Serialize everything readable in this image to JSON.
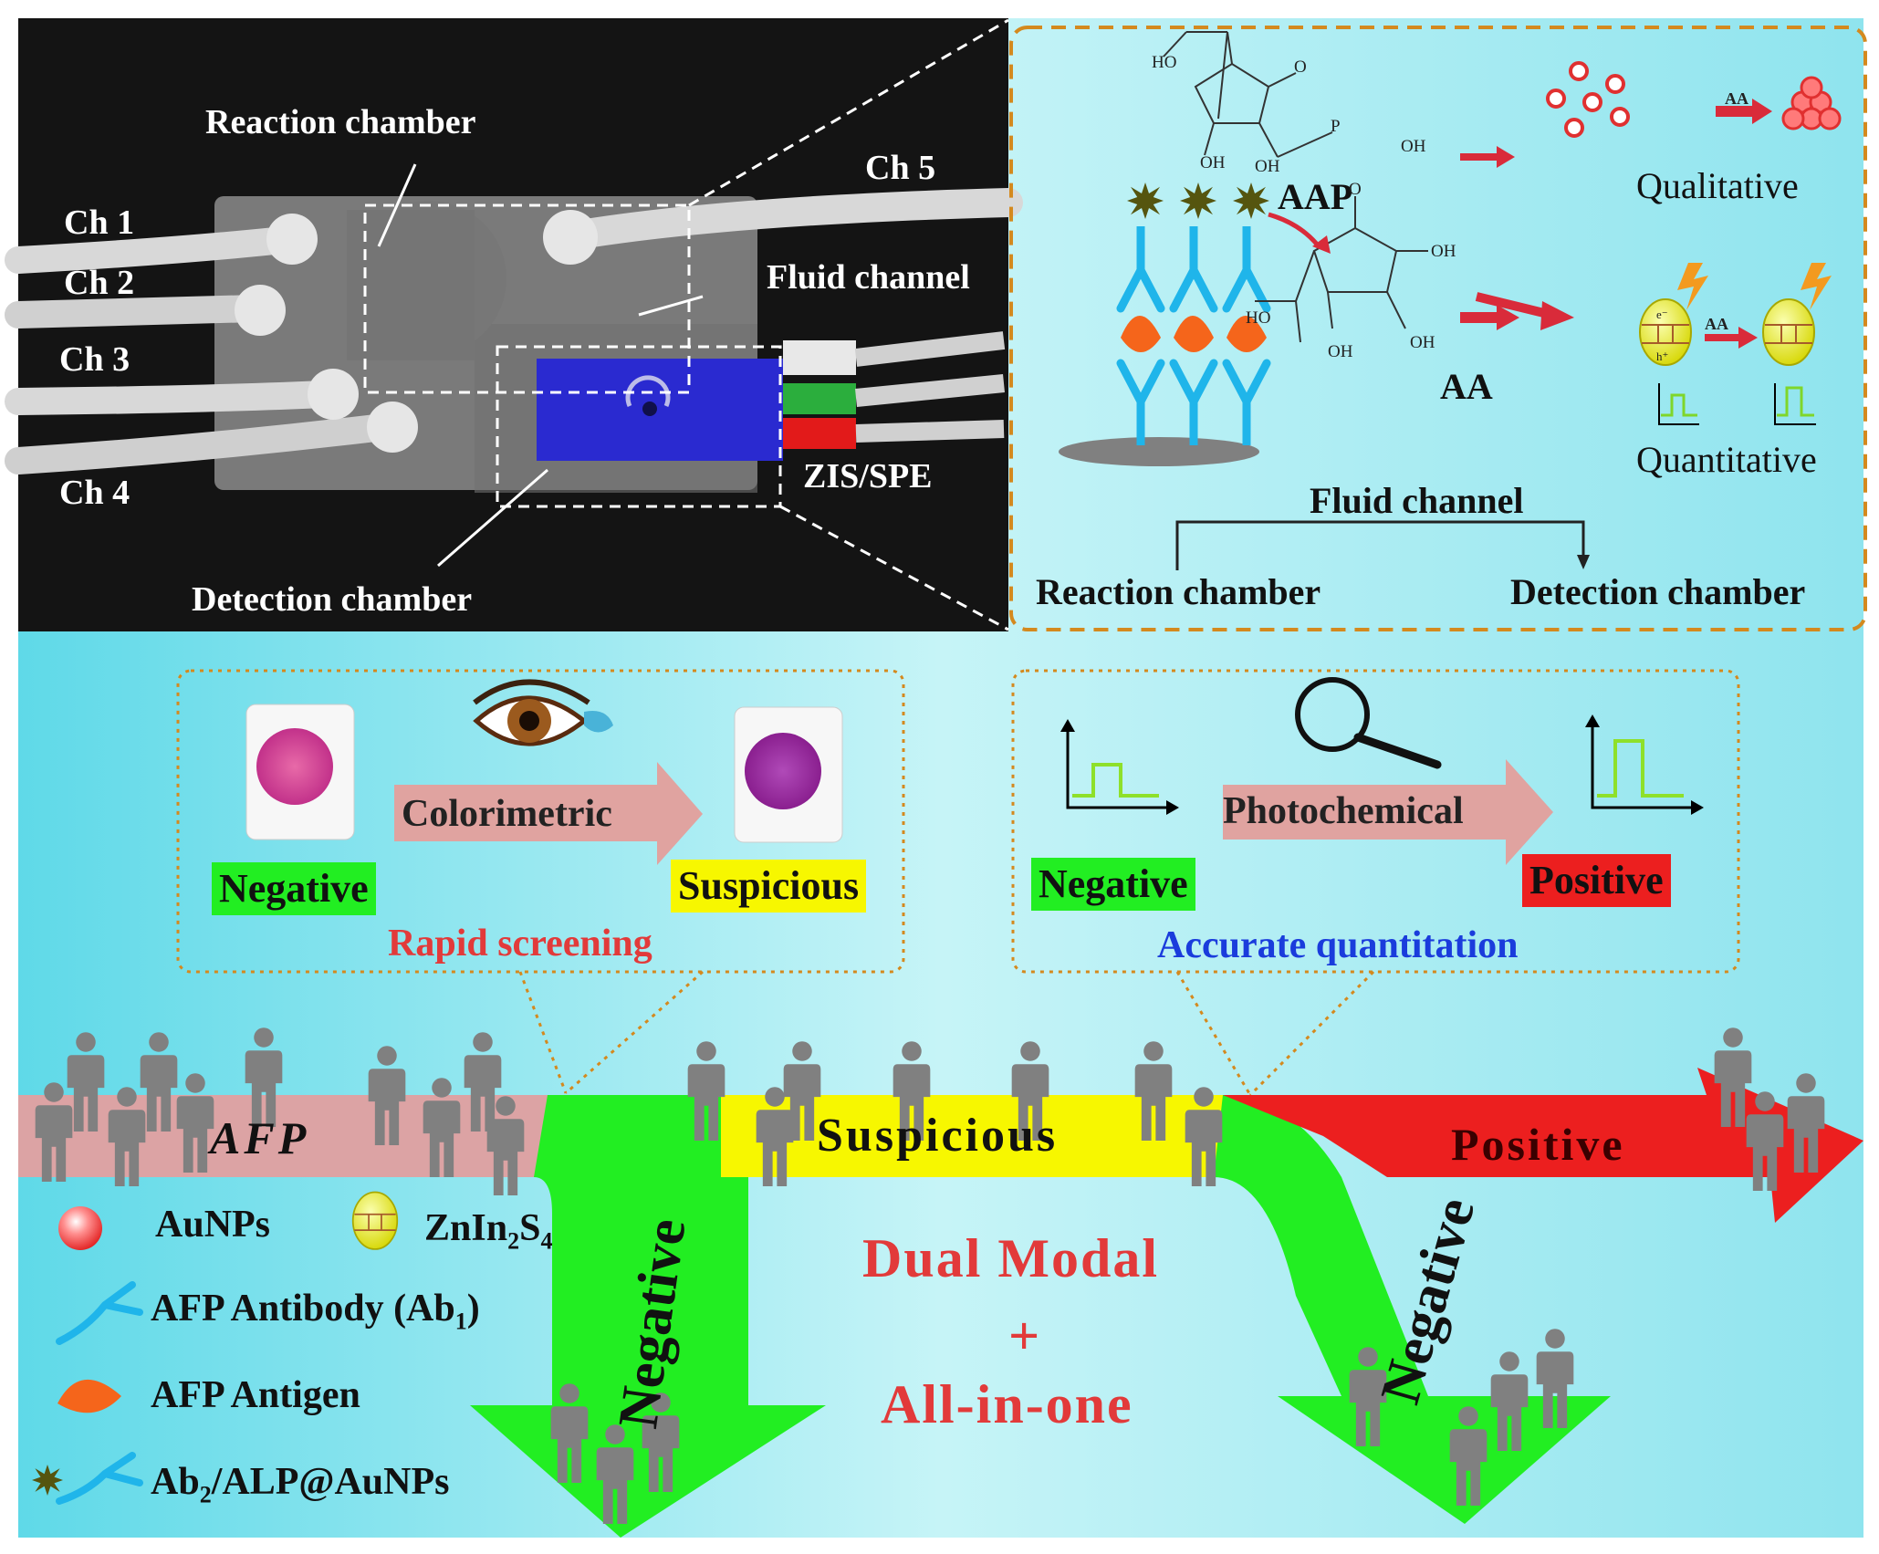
{
  "photo": {
    "reaction_chamber": "Reaction chamber",
    "detection_chamber": "Detection chamber",
    "fluid_channel": "Fluid channel",
    "zis_spe": "ZIS/SPE",
    "channels": [
      "Ch 1",
      "Ch 2",
      "Ch 3",
      "Ch 4",
      "Ch 5"
    ]
  },
  "mechanism": {
    "aap": "AAP",
    "aa": "AA",
    "aa_small": "AA",
    "qualitative": "Qualitative",
    "quantitative": "Quantitative",
    "fluid_channel": "Fluid channel",
    "reaction_chamber": "Reaction chamber",
    "detection_chamber": "Detection chamber",
    "molecule_labels": {
      "ho": "HO",
      "oh": "OH",
      "o": "O",
      "p": "P"
    },
    "semiconductor_labels": {
      "e": "e⁻",
      "h": "h⁺"
    }
  },
  "screening": {
    "colorimetric": "Colorimetric",
    "negative": "Negative",
    "suspicious": "Suspicious",
    "rapid_screening": "Rapid screening"
  },
  "quantitation": {
    "photochemical": "Photochemical",
    "negative": "Negative",
    "positive": "Positive",
    "accurate_quantitation": "Accurate quantitation"
  },
  "flow": {
    "afp": "AFP",
    "suspicious": "Suspicious",
    "positive": "Positive",
    "negative_left": "Negative",
    "negative_right": "Negative"
  },
  "legend": {
    "aunps": "AuNPs",
    "zis_main": "ZnIn",
    "zis_sub1": "2",
    "zis_mid": "S",
    "zis_sub2": "4",
    "ab1_main": "AFP Antibody (Ab",
    "ab1_sub": "1",
    "ab1_end": ")",
    "antigen": "AFP Antigen",
    "ab2_main": "Ab",
    "ab2_sub": "2",
    "ab2_end": "/ALP@AuNPs"
  },
  "center": {
    "line1": "Dual Modal",
    "plus": "+",
    "line2": "All-in-one"
  },
  "colors": {
    "cyan_bg": "#8fe8f0",
    "green": "#22ee22",
    "yellow": "#ffff00",
    "red": "#ee2222",
    "pink_arrow": "#e0a3a0",
    "dashed_orange": "#d4891e",
    "title_red": "#e23a3a",
    "title_blue": "#1a3cdc"
  },
  "icons": [
    "person-icon",
    "eye-icon",
    "magnifier-icon",
    "lightning-icon",
    "antibody-icon",
    "antigen-icon",
    "nanoparticle-icon",
    "signal-plot-icon"
  ]
}
